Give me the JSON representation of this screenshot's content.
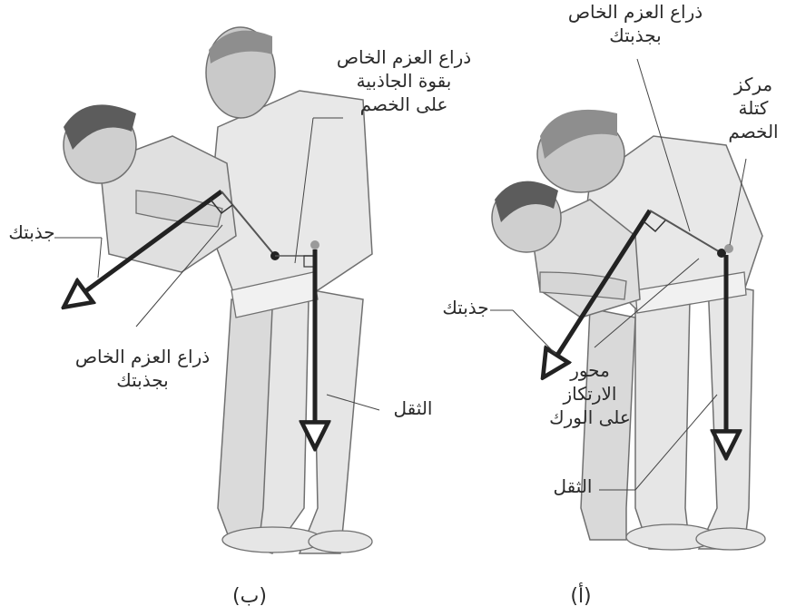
{
  "panel_b": {
    "letter": "(ب)",
    "labels": {
      "pull_arrow": "جذبتك",
      "moment_arm_pull": "ذراع العزم الخاص\nبجذبتك",
      "moment_arm_gravity": "ذراع العزم الخاص\nبقوة الجاذبية\nعلى الخصم",
      "weight": "الثقل"
    }
  },
  "panel_a": {
    "letter": "(أ)",
    "labels": {
      "moment_arm_pull": "ذراع العزم الخاص\nبجذبتك",
      "center_of_mass": "مركز\nكتلة\nالخصم",
      "pull_arrow": "جذبتك",
      "pivot": "محور\nالارتكاز\nعلى الورك",
      "weight": "الثقل"
    }
  },
  "colors": {
    "figure_fill": "#e3e3e3",
    "figure_shade": "#bdbdbd",
    "figure_stroke": "#6a6a6a",
    "hair": "#5a5a5a",
    "arrow": "#222222",
    "label_text": "#2b2b2b"
  }
}
